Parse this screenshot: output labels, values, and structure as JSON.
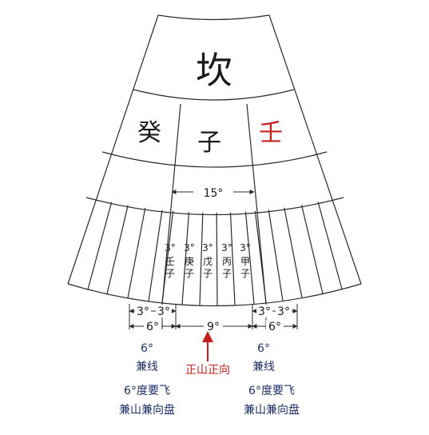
{
  "colors": {
    "line": "#2a2a2a",
    "text": "#1a1a1a",
    "red": "#c81e1e",
    "navy": "#1e2f6b"
  },
  "gua": "坎",
  "mountains": {
    "left": "癸",
    "center": "子",
    "right": "壬"
  },
  "span_15": "15°",
  "segments": [
    {
      "deg": "3°",
      "name": "壬子"
    },
    {
      "deg": "3°",
      "name": "庚子"
    },
    {
      "deg": "3°",
      "name": "戊子"
    },
    {
      "deg": "3°",
      "name": "丙子"
    },
    {
      "deg": "3°",
      "name": "甲子"
    }
  ],
  "dims": {
    "left_a": "3°",
    "left_b": "3°",
    "left_total": "6°",
    "center": "9°",
    "right_a": "3°",
    "right_b": "3°",
    "right_total": "6°"
  },
  "labels": {
    "left_deg": "6°",
    "left_line": "兼线",
    "center": "正山正向",
    "right_deg": "6°",
    "right_line": "兼线",
    "left_fly_1": "6°度要飞",
    "left_fly_2": "兼山兼向盘",
    "right_fly_1": "6°度要飞",
    "right_fly_2": "兼山兼向盘"
  }
}
